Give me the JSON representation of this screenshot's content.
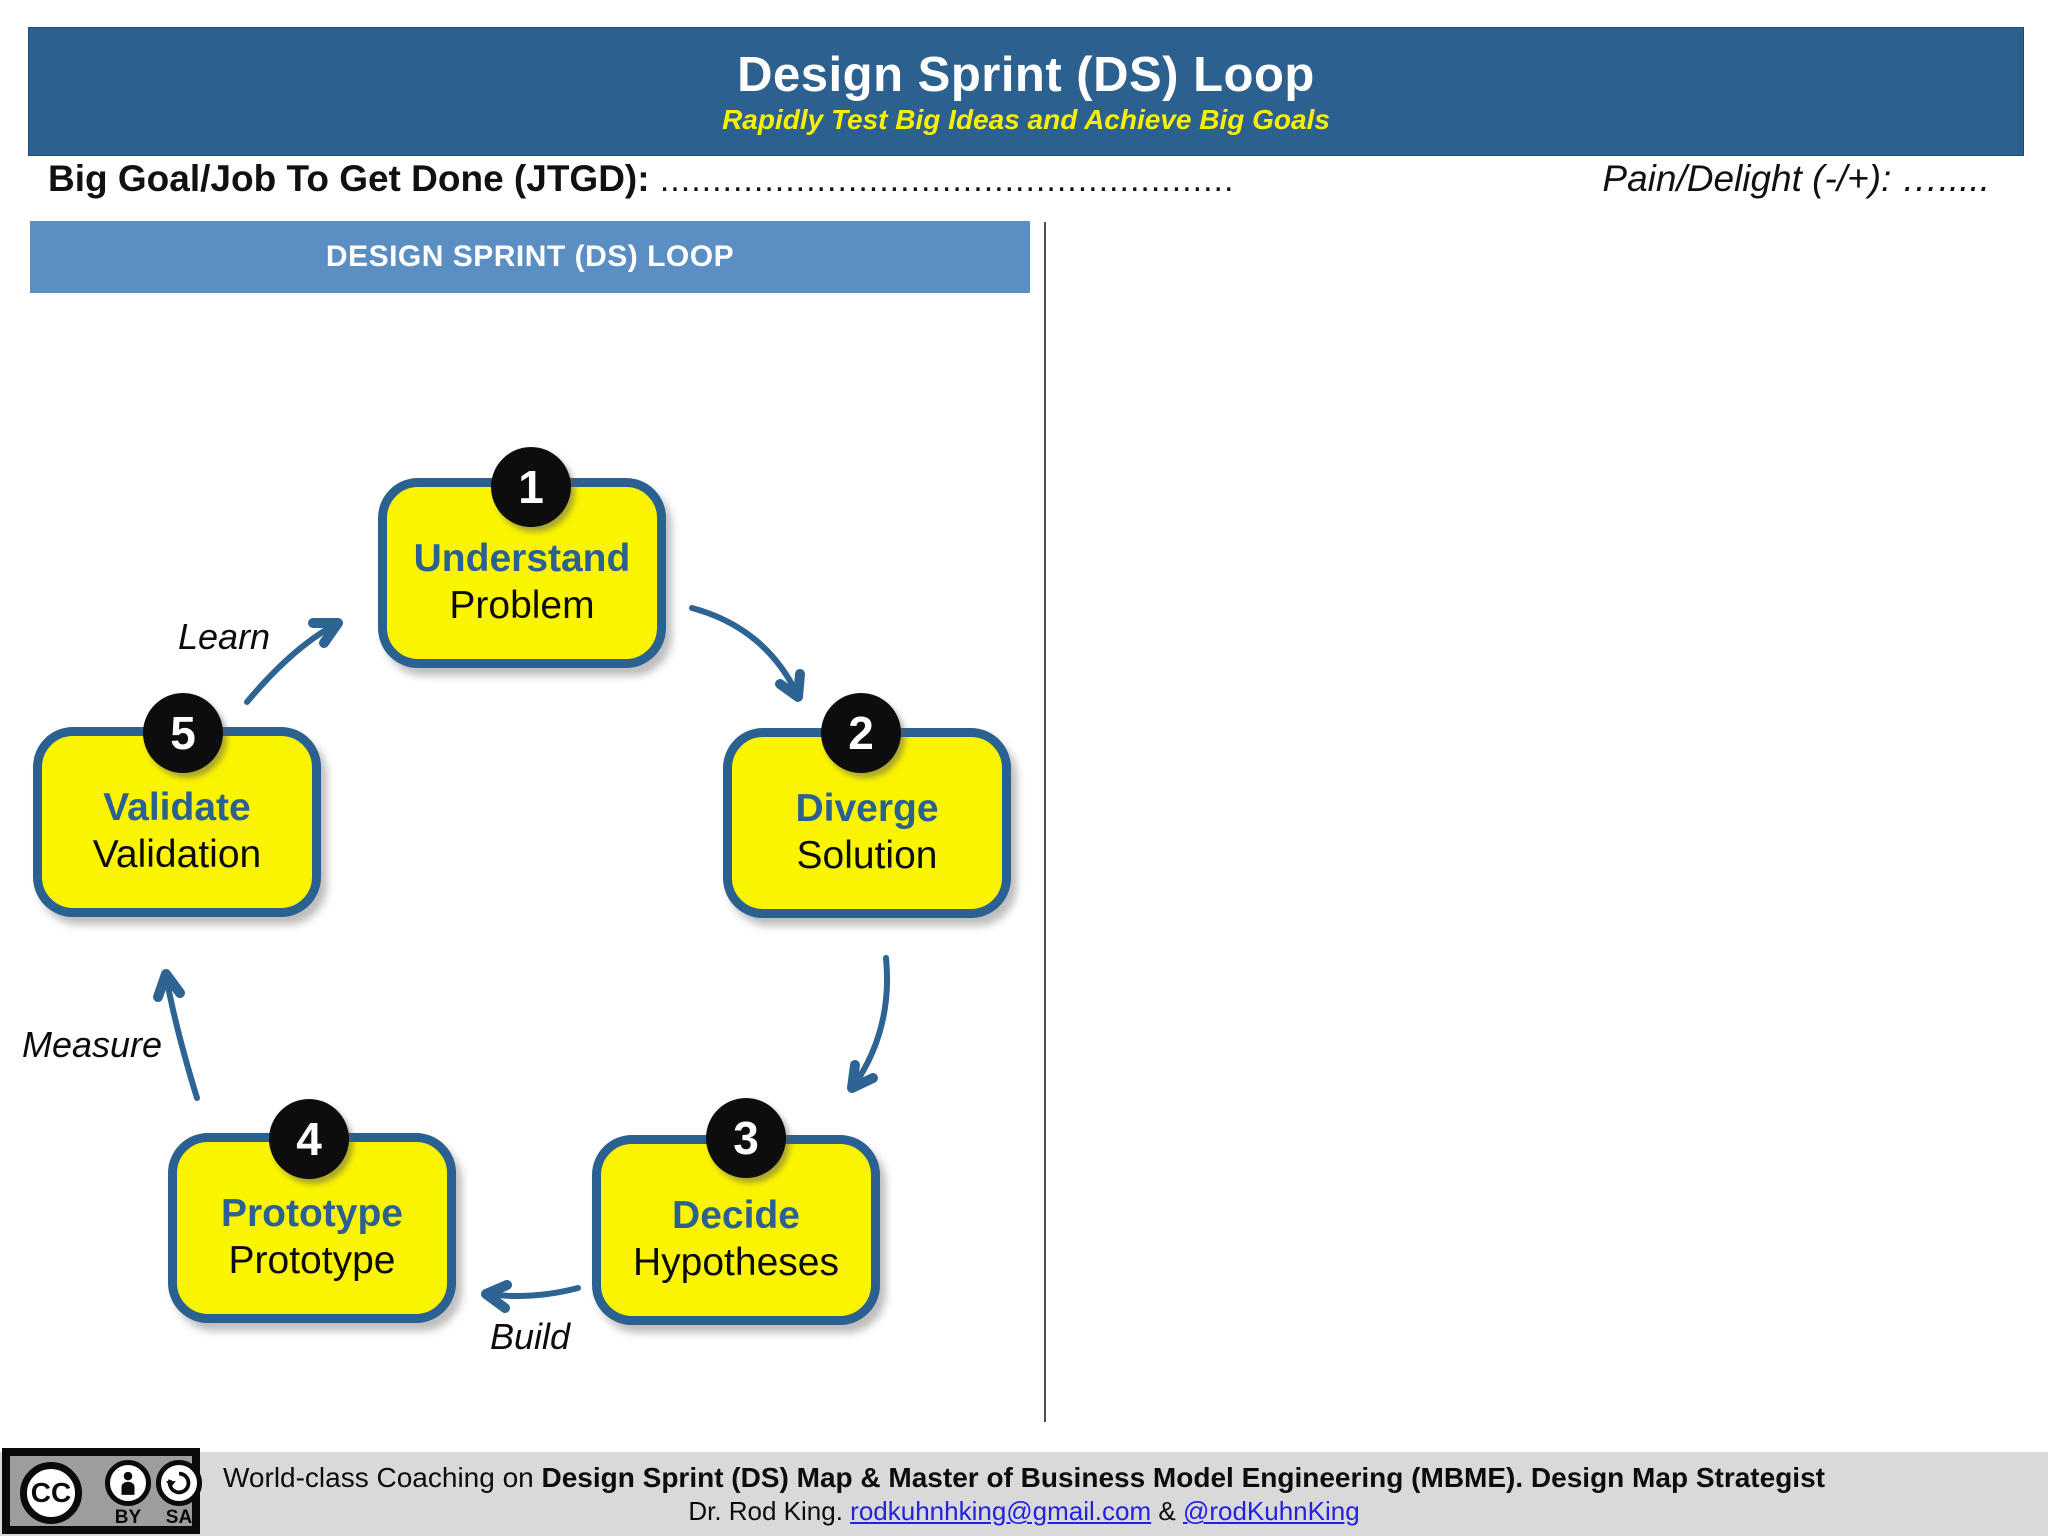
{
  "header": {
    "title": "Design Sprint (DS) Loop",
    "subtitle": "Rapidly Test Big Ideas and Achieve Big Goals"
  },
  "goal_row": {
    "label": "Big Goal/Job To Get Done (JTGD):",
    "dots": ".......................................................",
    "pain_delight": "Pain/Delight (-/+): …....."
  },
  "panel": {
    "header": "DESIGN SPRINT (DS) LOOP"
  },
  "loop": {
    "steps": [
      {
        "num": "1",
        "title": "Understand",
        "subtitle": "Problem"
      },
      {
        "num": "2",
        "title": "Diverge",
        "subtitle": "Solution"
      },
      {
        "num": "3",
        "title": "Decide",
        "subtitle": "Hypotheses"
      },
      {
        "num": "4",
        "title": "Prototype",
        "subtitle": "Prototype"
      },
      {
        "num": "5",
        "title": "Validate",
        "subtitle": "Validation"
      }
    ],
    "edge_labels": {
      "learn": "Learn",
      "measure": "Measure",
      "build": "Build"
    }
  },
  "footer": {
    "line1_prefix": "World-class Coaching on ",
    "line1_bold": "Design Sprint (DS) Map & Master of Business Model Engineering (MBME). Design Map Strategist",
    "line2_prefix": "Dr. Rod King. ",
    "email": "rodkuhnhking@gmail.com",
    "amp": " & ",
    "handle": "@rodKuhnKing",
    "license": {
      "cc": "CC",
      "by": "BY",
      "sa": "SA"
    }
  },
  "colors": {
    "banner-blue": "#2c608e",
    "panel-blue": "#5b8fc4",
    "subtitle-yellow": "#f7f000",
    "box-yellow": "#fbf400",
    "box-border": "#2b6191",
    "step-title-blue": "#2b6191",
    "arrow-blue": "#2d6494",
    "badge-black": "#0d0d0d",
    "footer-gray": "#d9d9d9",
    "link-blue": "#2222e0"
  }
}
